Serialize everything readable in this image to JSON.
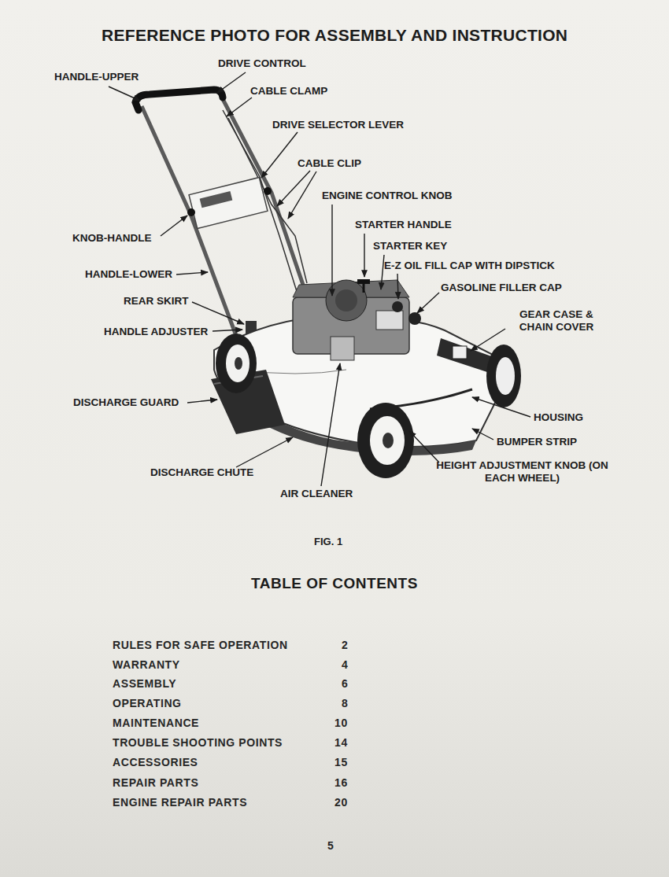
{
  "diagram": {
    "title": "REFERENCE PHOTO FOR ASSEMBLY AND INSTRUCTION",
    "caption": "FIG. 1",
    "labels": [
      "HANDLE-UPPER",
      "DRIVE CONTROL",
      "CABLE CLAMP",
      "DRIVE SELECTOR LEVER",
      "CABLE CLIP",
      "ENGINE CONTROL KNOB",
      "KNOB-HANDLE",
      "STARTER HANDLE",
      "STARTER KEY",
      "E-Z OIL FILL CAP WITH DIPSTICK",
      "HANDLE-LOWER",
      "GASOLINE FILLER CAP",
      "REAR SKIRT",
      "GEAR CASE & CHAIN COVER",
      "HANDLE ADJUSTER",
      "DISCHARGE GUARD",
      "HOUSING",
      "BUMPER STRIP",
      "HEIGHT ADJUSTMENT KNOB (ON EACH WHEEL)",
      "DISCHARGE CHUTE",
      "AIR CLEANER",
      "TABLE OF CONTENTS",
      "RULES FOR SAFE OPERATION",
      "2",
      "WARRANTY",
      "4",
      "ASSEMBLY",
      "6",
      "OPERATING",
      "8",
      "MAINTENANCE",
      "10",
      "TROUBLE SHOOTING POINTS",
      "14",
      "ACCESSORIES",
      "15",
      "REPAIR PARTS",
      "16",
      "ENGINE REPAIR PARTS",
      "20",
      "5"
    ]
  }
}
